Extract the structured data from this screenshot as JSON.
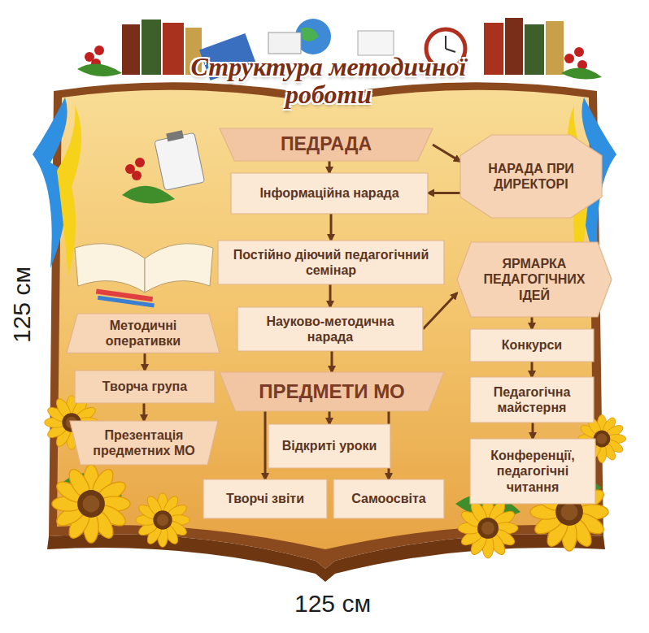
{
  "diagram": {
    "title": "Структура методичної роботи",
    "nodes": [
      {
        "text": [
          "ПЕДРАДА"
        ]
      },
      {
        "text": [
          "НАРАДА ПРИ ДИРЕКТОРІ"
        ]
      },
      {
        "text": [
          "Інформаційна нарада"
        ]
      },
      {
        "text": [
          "Постійно діючий педагогічний семінар"
        ]
      },
      {
        "text": [
          "ЯРМАРКА ПЕДАГОГІЧНИХ ІДЕЙ"
        ]
      },
      {
        "text": [
          "Методичні оперативки"
        ]
      },
      {
        "text": [
          "Науково-методична нарада"
        ]
      },
      {
        "text": [
          "Конкурси"
        ]
      },
      {
        "text": [
          "Творча група"
        ]
      },
      {
        "text": [
          "ПРЕДМЕТИ МО"
        ]
      },
      {
        "text": [
          "Педагогічна майстерня"
        ]
      },
      {
        "text": [
          "Презентація предметних МО"
        ]
      },
      {
        "text": [
          "Відкриті уроки"
        ]
      },
      {
        "text": [
          "Конференції, педагогічні читання"
        ]
      },
      {
        "text": [
          "Творчі звіти"
        ]
      },
      {
        "text": [
          "Самоосвіта"
        ]
      }
    ],
    "edges": [
      {
        "from": 0,
        "to": 1,
        "arrow": "to"
      },
      {
        "from": 1,
        "to": 2,
        "arrow": "to"
      },
      {
        "from": 0,
        "to": 2,
        "arrow": "to"
      },
      {
        "from": 2,
        "to": 3,
        "arrow": "to"
      },
      {
        "from": 3,
        "to": 6,
        "arrow": "to"
      },
      {
        "from": 6,
        "to": 4,
        "arrow": "to"
      },
      {
        "from": 6,
        "to": 9,
        "arrow": "to"
      },
      {
        "from": 4,
        "to": 7,
        "arrow": "to"
      },
      {
        "from": 7,
        "to": 10,
        "arrow": "to"
      },
      {
        "from": 10,
        "to": 13,
        "arrow": "to"
      },
      {
        "from": 5,
        "to": 8,
        "arrow": "to"
      },
      {
        "from": 8,
        "to": 11,
        "arrow": "to"
      },
      {
        "from": 9,
        "to": 14,
        "arrow": "to"
      },
      {
        "from": 9,
        "to": 12,
        "arrow": "to"
      },
      {
        "from": 9,
        "to": 15,
        "arrow": "to"
      }
    ],
    "labels": [
      "125 см",
      "125 см"
    ]
  }
}
